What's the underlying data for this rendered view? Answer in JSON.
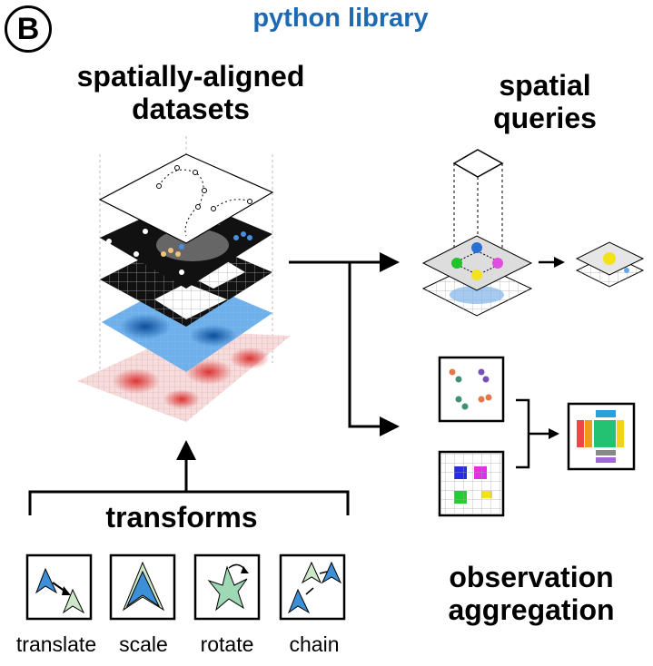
{
  "panel_label": "B",
  "title": "python library",
  "headings": {
    "datasets_line1": "spatially-aligned",
    "datasets_line2": "datasets",
    "queries_line1": "spatial",
    "queries_line2": "queries",
    "transforms": "transforms",
    "aggregation_line1": "observation",
    "aggregation_line2": "aggregation"
  },
  "transform_labels": [
    "translate",
    "scale",
    "rotate",
    "chain"
  ],
  "colors": {
    "title_blue": "#1d6ab2",
    "blue_layer": "#3d8fd8",
    "red_layer": "#e6a3a3",
    "arrow": "#000000"
  }
}
